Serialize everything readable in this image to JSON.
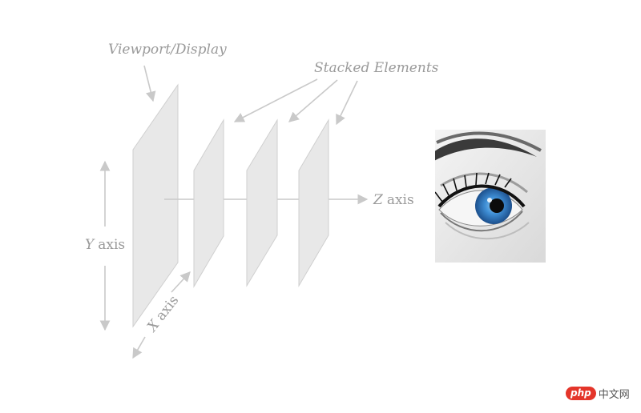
{
  "labels": {
    "viewport": "Viewport/Display",
    "stacked": "Stacked Elements",
    "z_letter": "Z",
    "y_letter": "Y",
    "x_letter": "X",
    "axis_word": "axis"
  },
  "watermark": {
    "logo": "php",
    "text": "中文网"
  },
  "colors": {
    "plane_fill": "#e8e8e8",
    "plane_stroke": "#cfcfcf",
    "arrow": "#c9c9c9",
    "label": "#9a9a9a",
    "iris": "#2f7fc8",
    "brand_red": "#e4352a"
  },
  "icons": [
    "eye-image"
  ]
}
